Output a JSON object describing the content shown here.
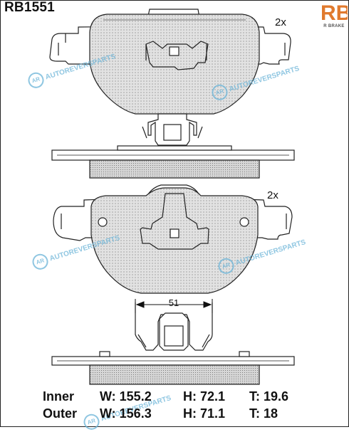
{
  "header": {
    "part_number": "RB1551"
  },
  "brand_logo": {
    "mark": "RB",
    "text": "R BRAKE"
  },
  "views": [
    {
      "id": "inner",
      "quantity": "2x"
    },
    {
      "id": "outer",
      "quantity": "2x"
    }
  ],
  "dimension": {
    "label": "51"
  },
  "watermark": {
    "badge": "AR",
    "text": "AUTOREVERSPARTS"
  },
  "specs": {
    "rows": [
      {
        "name": "Inner",
        "w": "W: 155.2",
        "h": "H: 72.1",
        "t": "T: 19.6"
      },
      {
        "name": "Outer",
        "w": "W: 156.3",
        "h": "H: 71.1",
        "t": "T: 18"
      }
    ]
  },
  "colors": {
    "line": "#222222",
    "friction_fill": "#e2e2e2",
    "watermark": "#6ab4d8",
    "logo_accent": "#e07a2e"
  }
}
